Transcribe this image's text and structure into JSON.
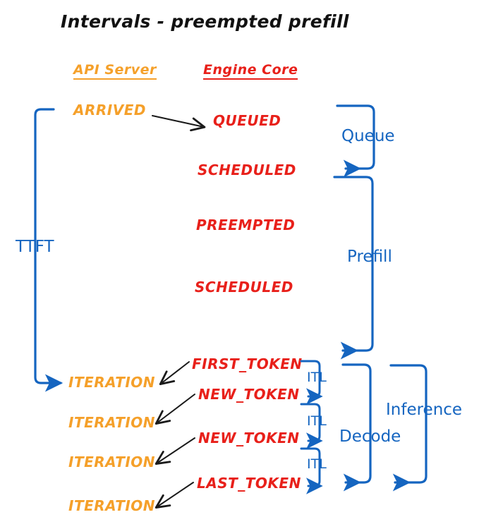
{
  "title": "Intervals - preempted prefill",
  "colors": {
    "orange": "#F5A02A",
    "red": "#E8201A",
    "blue": "#1565C0",
    "black": "#111111",
    "background": "#FFFFFF"
  },
  "columns": [
    {
      "key": "api_server",
      "label": "API Server",
      "color": "#F5A02A"
    },
    {
      "key": "engine_core",
      "label": "Engine Core",
      "color": "#E8201A"
    }
  ],
  "api_server_events": [
    {
      "id": "arrived",
      "label": "ARRIVED"
    },
    {
      "id": "iteration-1",
      "label": "ITERATION"
    },
    {
      "id": "iteration-2",
      "label": "ITERATION"
    },
    {
      "id": "iteration-3",
      "label": "ITERATION"
    },
    {
      "id": "iteration-4",
      "label": "ITERATION"
    }
  ],
  "engine_core_events": [
    {
      "id": "queued",
      "label": "QUEUED"
    },
    {
      "id": "scheduled-1",
      "label": "SCHEDULED"
    },
    {
      "id": "preempted",
      "label": "PREEMPTED"
    },
    {
      "id": "scheduled-2",
      "label": "SCHEDULED"
    },
    {
      "id": "first-token",
      "label": "FIRST_TOKEN"
    },
    {
      "id": "new-token-1",
      "label": "NEW_TOKEN"
    },
    {
      "id": "new-token-2",
      "label": "NEW_TOKEN"
    },
    {
      "id": "last-token",
      "label": "LAST_TOKEN"
    }
  ],
  "intervals": [
    {
      "id": "ttft",
      "label": "TTFT"
    },
    {
      "id": "queue",
      "label": "Queue"
    },
    {
      "id": "prefill",
      "label": "Prefill"
    },
    {
      "id": "decode",
      "label": "Decode"
    },
    {
      "id": "inference",
      "label": "Inference"
    },
    {
      "id": "itl-1",
      "label": "ITL"
    },
    {
      "id": "itl-2",
      "label": "ITL"
    },
    {
      "id": "itl-3",
      "label": "ITL"
    }
  ]
}
